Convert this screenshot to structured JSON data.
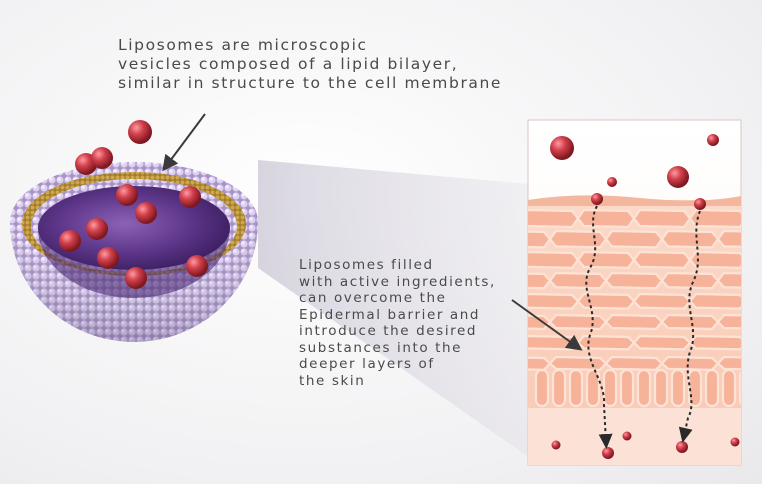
{
  "captions": {
    "top": [
      "Liposomes are microscopic",
      "vesicles composed of a lipid bilayer,",
      "similar in structure to the cell membrane"
    ],
    "middle": [
      "Liposomes filled",
      "with active ingredients,",
      "can overcome the",
      "Epidermal barrier and",
      "introduce the desired",
      "substances into the",
      "deeper layers of",
      "the skin"
    ]
  },
  "colors": {
    "vesicle_outer": "#c6b3de",
    "lipid_band": "#b8913a",
    "vesicle_interior": "#4d2a77",
    "particle": "#c0353f",
    "skin_cell": "#f6b9a0",
    "skin_cell_border": "#fbdccc",
    "arrow": "#3a3a3a"
  }
}
